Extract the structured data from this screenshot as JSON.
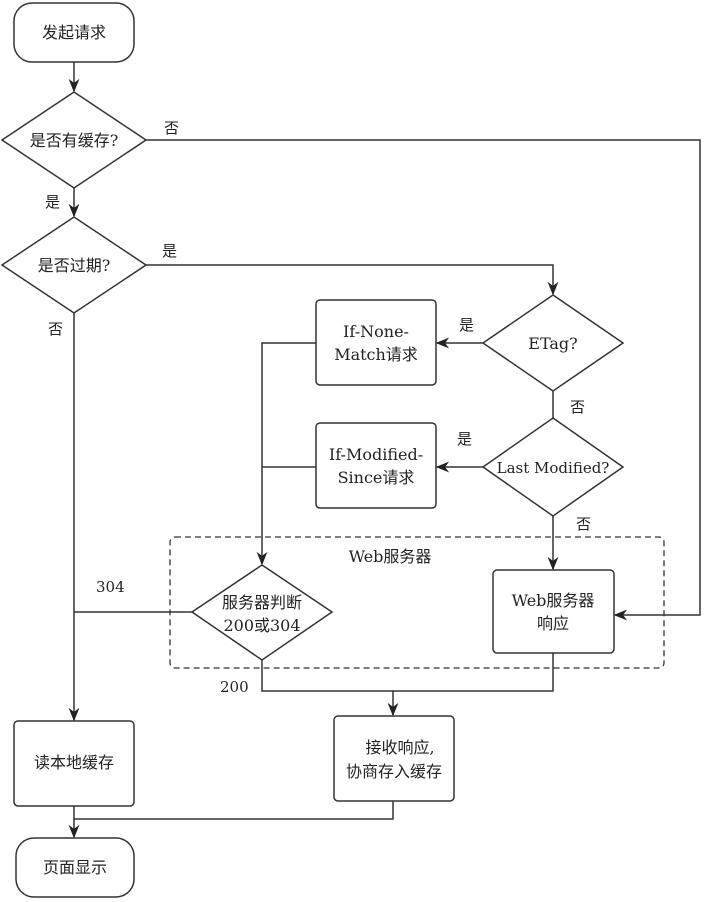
{
  "diagram": {
    "type": "flowchart",
    "nodes": {
      "start": {
        "label": "发起请求",
        "shape": "terminal"
      },
      "has_cache": {
        "label": "是否有缓存?",
        "shape": "decision"
      },
      "expired": {
        "label": "是否过期?",
        "shape": "decision"
      },
      "etag": {
        "label": "ETag?",
        "shape": "decision"
      },
      "if_none_match": {
        "lines": [
          "If-None-",
          "Match请求"
        ],
        "shape": "process"
      },
      "last_modified": {
        "label": "Last Modified?",
        "shape": "decision"
      },
      "if_modified_since": {
        "lines": [
          "If-Modified-",
          "Since请求"
        ],
        "shape": "process"
      },
      "server_judge": {
        "lines": [
          "服务器判断",
          "200或304"
        ],
        "shape": "decision"
      },
      "server_response": {
        "lines": [
          "Web服务器",
          "响应"
        ],
        "shape": "process"
      },
      "read_local": {
        "label": "读本地缓存",
        "shape": "process"
      },
      "receive": {
        "lines": [
          "接收响应,",
          "协商存入缓存"
        ],
        "shape": "process"
      },
      "display": {
        "label": "页面显示",
        "shape": "terminal"
      }
    },
    "group": {
      "label": "Web服务器"
    },
    "edge_labels": {
      "has_cache_no": "否",
      "has_cache_yes": "是",
      "expired_yes": "是",
      "expired_no": "否",
      "etag_yes": "是",
      "etag_no": "否",
      "lm_yes": "是",
      "lm_no": "否",
      "code_304": "304",
      "code_200": "200"
    },
    "edges": [
      {
        "from": "start",
        "to": "has_cache"
      },
      {
        "from": "has_cache",
        "to": "expired",
        "label": "是"
      },
      {
        "from": "has_cache",
        "to": "server_response",
        "label": "否"
      },
      {
        "from": "expired",
        "to": "etag",
        "label": "是"
      },
      {
        "from": "expired",
        "to": "read_local",
        "label": "否"
      },
      {
        "from": "etag",
        "to": "if_none_match",
        "label": "是"
      },
      {
        "from": "etag",
        "to": "last_modified",
        "label": "否"
      },
      {
        "from": "last_modified",
        "to": "if_modified_since",
        "label": "是"
      },
      {
        "from": "last_modified",
        "to": "server_response",
        "label": "否"
      },
      {
        "from": "if_none_match",
        "to": "server_judge"
      },
      {
        "from": "if_modified_since",
        "to": "server_judge"
      },
      {
        "from": "server_judge",
        "to": "read_local",
        "label": "304"
      },
      {
        "from": "server_judge",
        "to": "receive",
        "label": "200"
      },
      {
        "from": "server_response",
        "to": "receive"
      },
      {
        "from": "read_local",
        "to": "display"
      },
      {
        "from": "receive",
        "to": "display"
      }
    ]
  }
}
